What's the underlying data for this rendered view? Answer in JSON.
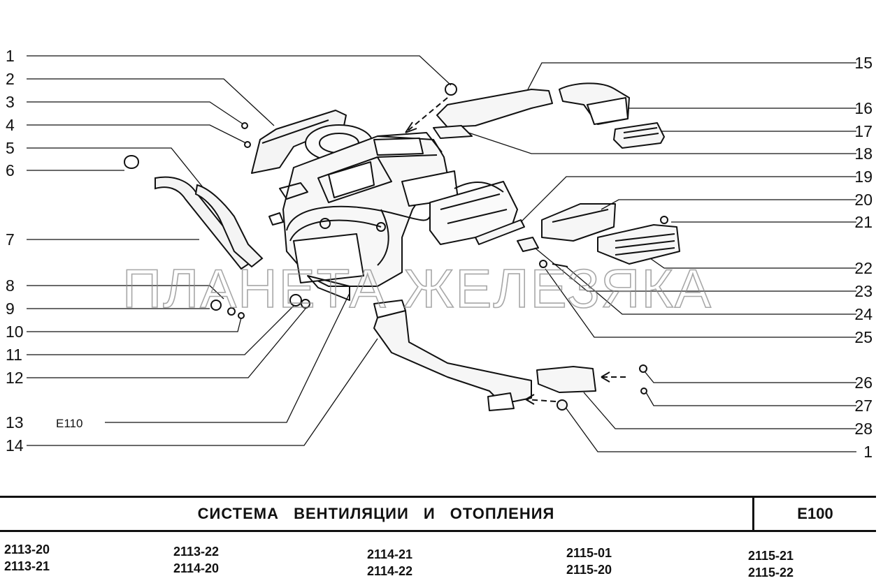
{
  "diagram": {
    "callouts_left": [
      "1",
      "2",
      "3",
      "4",
      "5",
      "6",
      "7",
      "8",
      "9",
      "10",
      "11",
      "12",
      "13",
      "14"
    ],
    "callouts_right": [
      "15",
      "16",
      "17",
      "18",
      "19",
      "20",
      "21",
      "22",
      "23",
      "24",
      "25",
      "26",
      "27",
      "28",
      "1"
    ],
    "variant_label": "E110",
    "watermark": "ПЛАНЕТА ЖЕЛЕЗЯКА"
  },
  "title_block": {
    "title": "СИСТЕМА ВЕНТИЛЯЦИИ И ОТОПЛЕНИЯ",
    "code": "E100"
  },
  "models": [
    [
      "2113-20",
      "2113-21"
    ],
    [
      "2113-22",
      "2114-20"
    ],
    [
      "2114-21",
      "2114-22"
    ],
    [
      "2115-01",
      "2115-20"
    ],
    [
      "2115-21",
      "2115-22"
    ]
  ],
  "colors": {
    "ink": "#111111",
    "watermark": "#8a8a8a",
    "background": "#ffffff"
  }
}
